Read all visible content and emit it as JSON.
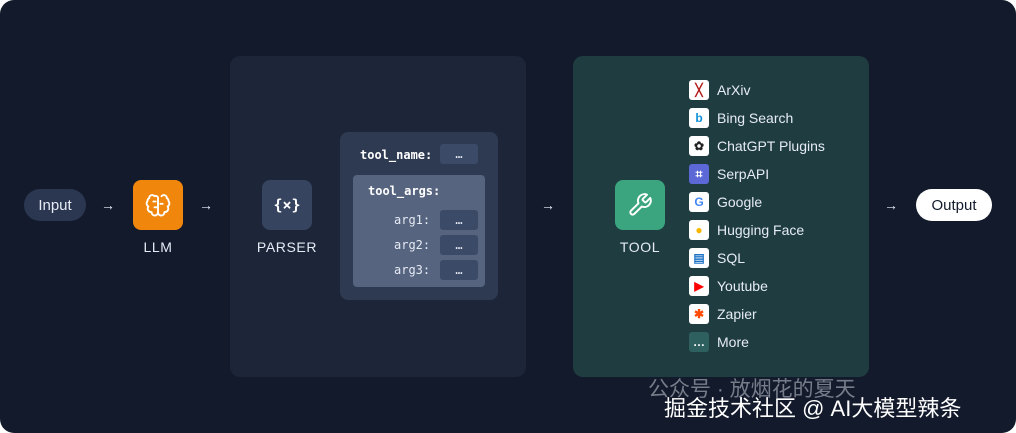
{
  "input_label": "Input",
  "output_label": "Output",
  "arrow_glyph": "→",
  "llm": {
    "label": "LLM",
    "icon": "brain-icon",
    "color": "#f0860c"
  },
  "parser": {
    "label": "PARSER",
    "icon_text": "{×}",
    "tool_name_key": "tool_name:",
    "tool_name_value": "…",
    "tool_args_key": "tool_args:",
    "args": [
      {
        "key": "arg1:",
        "value": "…"
      },
      {
        "key": "arg2:",
        "value": "…"
      },
      {
        "key": "arg3:",
        "value": "…"
      }
    ]
  },
  "tool": {
    "label": "TOOL",
    "icon": "wrench-icon",
    "color": "#3aa57e",
    "items": [
      {
        "label": "ArXiv",
        "icon": "arxiv-icon"
      },
      {
        "label": "Bing Search",
        "icon": "bing-icon"
      },
      {
        "label": "ChatGPT Plugins",
        "icon": "openai-icon"
      },
      {
        "label": "SerpAPI",
        "icon": "serpapi-icon"
      },
      {
        "label": "Google",
        "icon": "google-icon"
      },
      {
        "label": "Hugging Face",
        "icon": "hugging-face-icon"
      },
      {
        "label": "SQL",
        "icon": "sql-icon"
      },
      {
        "label": "Youtube",
        "icon": "youtube-icon"
      },
      {
        "label": "Zapier",
        "icon": "zapier-icon"
      },
      {
        "label": "More",
        "icon": "more-icon",
        "icon_text": "…"
      }
    ]
  },
  "watermark": {
    "line1": "公众号 · 放烟花的夏天",
    "line2": "掘金技术社区 @ AI大模型辣条"
  }
}
